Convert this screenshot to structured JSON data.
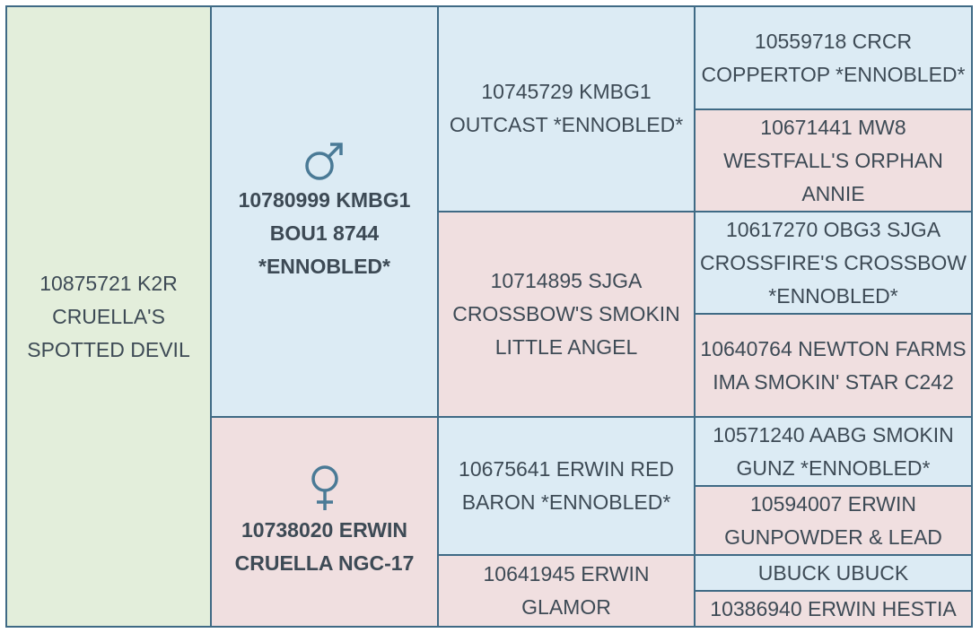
{
  "subject": {
    "name": "10875721 K2R CRUELLA'S SPOTTED DEVIL"
  },
  "sire": {
    "name": "10780999 KMBG1 BOU1 8744 *ENNOBLED*",
    "icon": "male-symbol-icon",
    "sire": {
      "name": "10745729 KMBG1 OUTCAST *ENNOBLED*",
      "sire": {
        "name": "10559718 CRCR COPPERTOP *ENNOBLED*"
      },
      "dam": {
        "name": "10671441 MW8 WESTFALL'S ORPHAN ANNIE"
      }
    },
    "dam": {
      "name": "10714895 SJGA CROSSBOW'S SMOKIN LITTLE ANGEL",
      "sire": {
        "name": "10617270 OBG3 SJGA CROSSFIRE'S CROSSBOW *ENNOBLED*"
      },
      "dam": {
        "name": "10640764 NEWTON FARMS IMA SMOKIN' STAR C242"
      }
    }
  },
  "dam": {
    "name": "10738020 ERWIN CRUELLA NGC-17",
    "icon": "female-symbol-icon",
    "sire": {
      "name": "10675641 ERWIN RED BARON *ENNOBLED*",
      "sire": {
        "name": "10571240 AABG SMOKIN GUNZ *ENNOBLED*"
      },
      "dam": {
        "name": "10594007 ERWIN GUNPOWDER & LEAD"
      }
    },
    "dam": {
      "name": "10641945 ERWIN GLAMOR",
      "sire": {
        "name": "UBUCK UBUCK"
      },
      "dam": {
        "name": "10386940 ERWIN HESTIA"
      }
    }
  },
  "colors": {
    "male_bg": "#dcebf4",
    "female_bg": "#f0dfe0",
    "subject_bg": "#e3eedb",
    "border": "#3f6a85",
    "icon": "#4a7a96"
  }
}
